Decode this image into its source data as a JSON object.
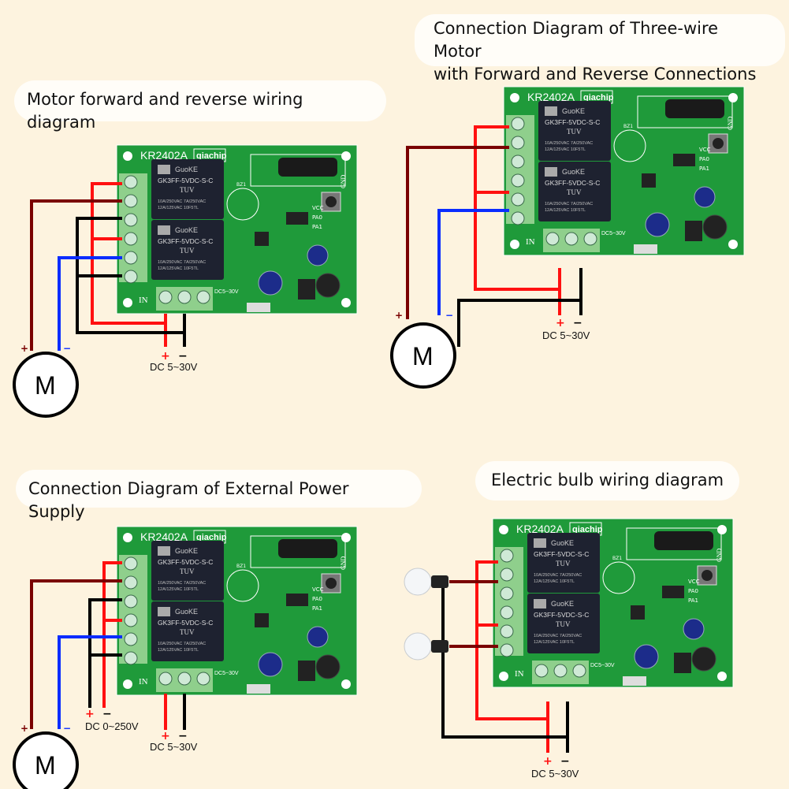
{
  "panels": [
    {
      "id": "motor-fwd-rev",
      "title": "Motor forward and reverse wiring diagram",
      "board_model": "KR2402A",
      "board_brand": "qiachip",
      "power_label": "DC 5~30V",
      "plus": "+",
      "minus": "−",
      "motor_label": "M"
    },
    {
      "id": "three-wire-motor",
      "title_line1": "Connection Diagram of Three-wire Motor",
      "title_line2": "with Forward and Reverse Connections",
      "board_model": "KR2402A",
      "board_brand": "qiachip",
      "power_label": "DC 5~30V",
      "plus": "+",
      "minus": "−",
      "motor_label": "M"
    },
    {
      "id": "external-power",
      "title": "Connection Diagram of External Power Supply",
      "board_model": "KR2402A",
      "board_brand": "qiachip",
      "power_label": "DC 5~30V",
      "external_label": "DC 0~250V",
      "plus": "+",
      "minus": "−",
      "motor_label": "M"
    },
    {
      "id": "electric-bulb",
      "title": "Electric bulb wiring diagram",
      "board_model": "KR2402A",
      "board_brand": "qiachip",
      "power_label": "DC 5~30V",
      "plus": "+",
      "minus": "−",
      "bulbs": [
        "bulb-1",
        "bulb-2"
      ]
    }
  ],
  "relay": {
    "brand": "GuoKE",
    "model": "GK3FF-5VDC-S-C",
    "cert": "TUV",
    "rating1": "10A/250VAC  7A/250VAC",
    "rating2": "12A/125VAC    10F5TL"
  },
  "board_labels": {
    "in": "IN",
    "dc": "DC5~30V",
    "gnd": "GND",
    "vcc": "VCC",
    "pa0": "PA0",
    "pa1": "PA1",
    "bz": "BZ1"
  },
  "colors": {
    "background": "#fdf3df",
    "pcb": "#1f9a3a",
    "relay": "#1e2230",
    "terminal": "#8fcf8c",
    "wire_red": "#ff1010",
    "wire_darkred": "#7a0000",
    "wire_blue": "#0a2cff",
    "wire_black": "#000000"
  }
}
